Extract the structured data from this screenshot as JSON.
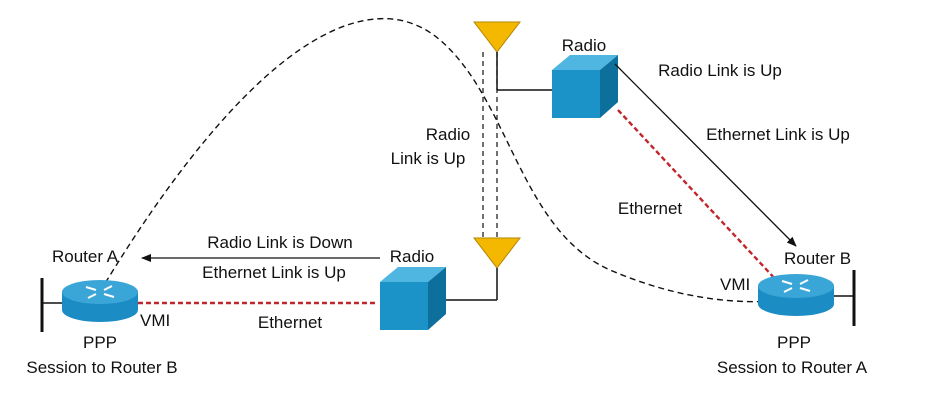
{
  "colors": {
    "cube_front": "#1b93c9",
    "cube_top": "#4fb6e2",
    "cube_side": "#0d6f9c",
    "router_body": "#1b8cc4",
    "router_top": "#3aa6d8",
    "antenna": "#f5b800",
    "ethernet_line": "#c0272d",
    "line": "#111111"
  },
  "icons": {
    "router_a": "router-icon",
    "router_b": "router-icon",
    "radio_left": "radio-cube-icon",
    "radio_right": "radio-cube-icon",
    "antenna_left": "antenna-icon",
    "antenna_right": "antenna-icon"
  },
  "left": {
    "router_label": "Router A",
    "vmi_label": "VMI",
    "ppp_label": "PPP",
    "session_label": "Session to Router B",
    "radio_label": "Radio",
    "status_down": "Radio Link is Down",
    "status_eth": "Ethernet Link is Up",
    "ethernet_label": "Ethernet"
  },
  "right": {
    "router_label": "Router B",
    "vmi_label": "VMI",
    "ppp_label": "PPP",
    "session_label": "Session to Router A",
    "radio_label": "Radio",
    "status_up": "Radio Link is Up",
    "status_eth": "Ethernet Link is Up",
    "ethernet_label": "Ethernet"
  },
  "center": {
    "radio_link_line1": "Radio",
    "radio_link_line2": "Link is Up"
  }
}
